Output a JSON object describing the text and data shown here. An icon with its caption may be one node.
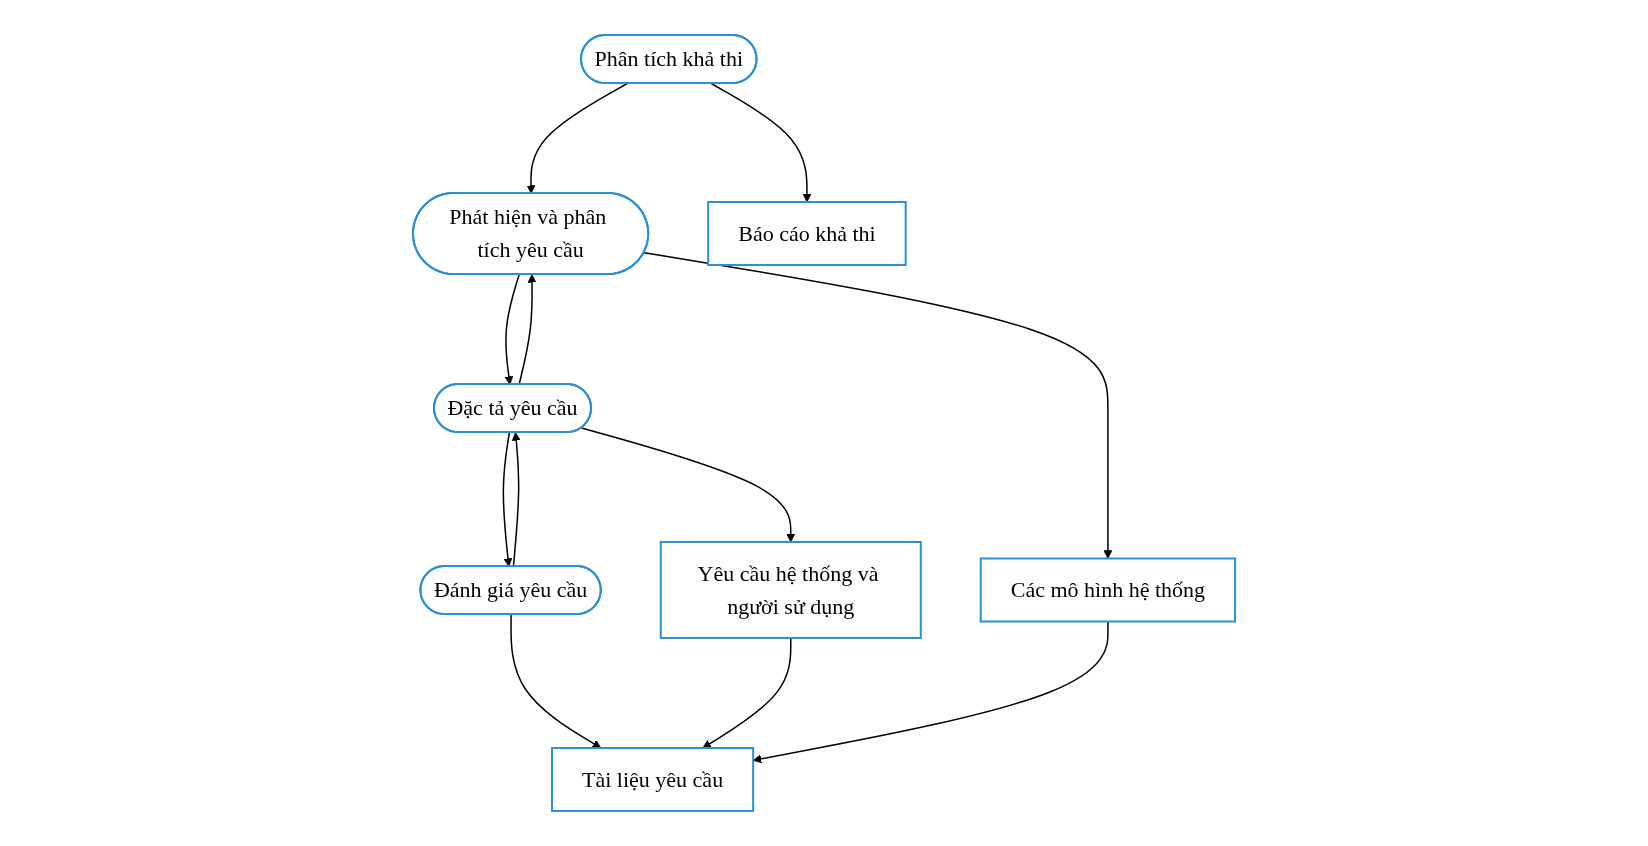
{
  "diagram": {
    "nodes": [
      {
        "text": [
          "Phân tích khả thi"
        ]
      },
      {
        "text": [
          "Phát hiện và phân tích yêu cầu"
        ]
      },
      {
        "text": [
          "Đặc tả yêu cầu"
        ]
      },
      {
        "text": [
          "Báo cáo khả thi"
        ]
      },
      {
        "text": [
          "Đánh giá yêu cầu"
        ]
      },
      {
        "text": [
          "Các mô hình hệ thống"
        ]
      },
      {
        "text": [
          "Yêu cầu hệ thống và người sử dụng"
        ]
      },
      {
        "text": [
          "Tài liệu yêu cầu"
        ]
      }
    ],
    "edges": [
      {
        "from": 0,
        "to": 1,
        "arrow": "to"
      },
      {
        "from": 0,
        "to": 3,
        "arrow": "to"
      },
      {
        "from": 1,
        "to": 2,
        "arrow": "to"
      },
      {
        "from": 2,
        "to": 1,
        "arrow": "to"
      },
      {
        "from": 1,
        "to": 5,
        "arrow": "to"
      },
      {
        "from": 2,
        "to": 4,
        "arrow": "to"
      },
      {
        "from": 4,
        "to": 2,
        "arrow": "to"
      },
      {
        "from": 2,
        "to": 6,
        "arrow": "to"
      },
      {
        "from": 4,
        "to": 7,
        "arrow": "to"
      },
      {
        "from": 6,
        "to": 7,
        "arrow": "to"
      },
      {
        "from": 5,
        "to": 7,
        "arrow": "to"
      }
    ]
  }
}
